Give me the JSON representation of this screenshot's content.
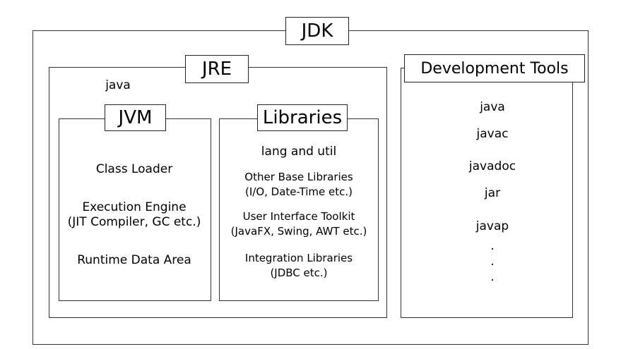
{
  "jdk": {
    "title": "JDK"
  },
  "jre": {
    "title": "JRE",
    "launcher": "java",
    "jvm": {
      "title": "JVM",
      "items": [
        [
          "Class Loader"
        ],
        [
          "Execution Engine",
          "(JIT Compiler, GC etc.)"
        ],
        [
          "Runtime Data Area"
        ]
      ]
    },
    "libraries": {
      "title": "Libraries",
      "items": [
        [
          "lang and util"
        ],
        [
          "Other Base Libraries",
          "(I/O, Date-Time etc.)"
        ],
        [
          "User Interface Toolkit",
          "(JavaFX, Swing, AWT etc.)"
        ],
        [
          "Integration Libraries",
          "(JDBC etc.)"
        ]
      ]
    }
  },
  "dev_tools": {
    "title": "Development Tools",
    "items": [
      "java",
      "javac",
      "javadoc",
      "jar",
      "javap",
      ".",
      ".",
      "."
    ]
  }
}
